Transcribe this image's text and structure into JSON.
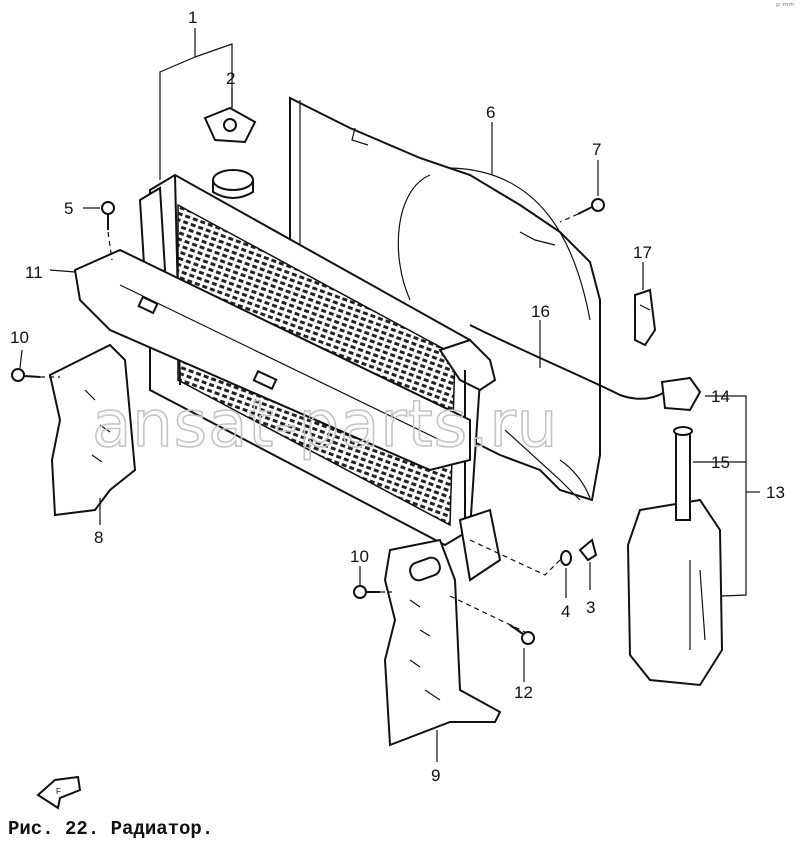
{
  "caption": "Рис. 22. Радиатор.",
  "watermark": "ansat-parts.ru",
  "corner_mark": "ᵖ ᵐᵐ",
  "callouts": {
    "n1": "1",
    "n2": "2",
    "n3": "3",
    "n4": "4",
    "n5": "5",
    "n6": "6",
    "n7": "7",
    "n8": "8",
    "n9": "9",
    "n10a": "10",
    "n10b": "10",
    "n11": "11",
    "n12": "12",
    "n13": "13",
    "n14": "14",
    "n15": "15",
    "n16": "16",
    "n17": "17"
  },
  "front_arrow": "F"
}
